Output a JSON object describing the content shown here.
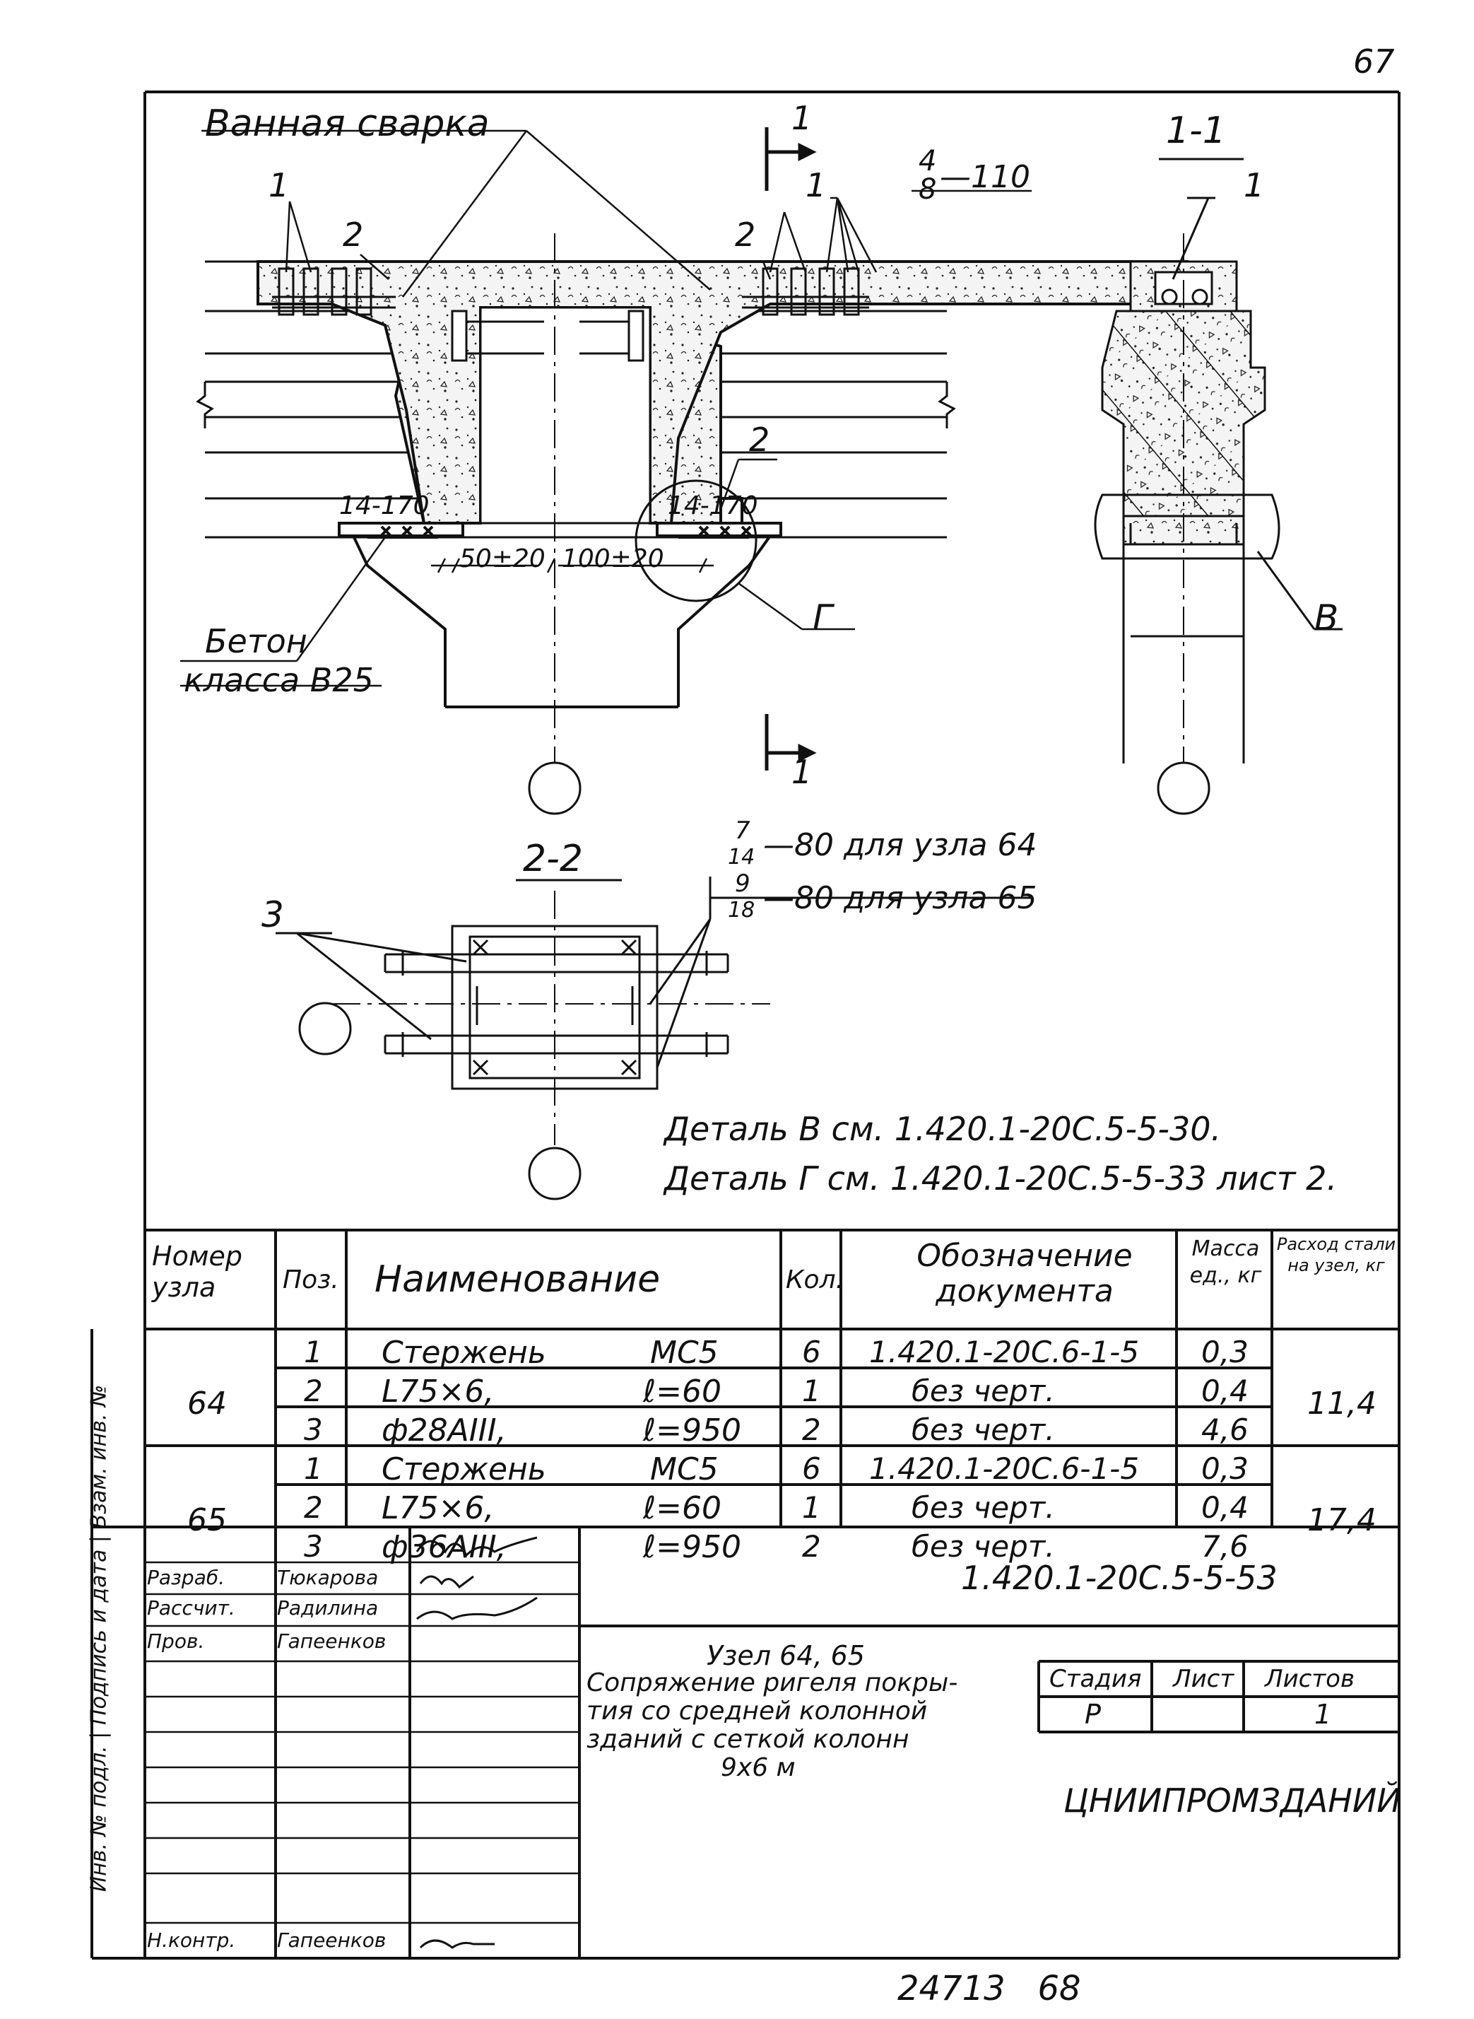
{
  "page_number": "67",
  "drawing": {
    "title_bath_welding": "Ванная сварка",
    "section_1_1": "1-1",
    "section_2_2": "2-2",
    "section_mark_top": "1",
    "section_mark_bottom": "1",
    "concrete_line1": "Бетон",
    "concrete_line2": "класса В25",
    "label_1a": "1",
    "label_2a": "2",
    "label_1b": "1",
    "label_2b": "2",
    "label_frac_top": "4",
    "label_frac_bottom": "8",
    "label_frac_value": "—110",
    "label_2c": "2",
    "weld_left": "14-170",
    "weld_right": "14-170",
    "dim_50": "50±20",
    "dim_100": "100±20",
    "detail_G": "Г",
    "detail_B": "В",
    "label_1_section": "1",
    "label_3": "3",
    "frac64_top": "7",
    "frac64_bottom": "14",
    "node64_text": "—80 для узла 64",
    "frac65_top": "9",
    "frac65_bottom": "18",
    "node65_text": "—80 для узла 65",
    "note_detail_B": "Деталь В см. 1.420.1-20С.5-5-30.",
    "note_detail_G": "Деталь Г см. 1.420.1-20С.5-5-33 лист 2."
  },
  "spec_table": {
    "headers": {
      "node": "Номер узла",
      "pos": "Поз.",
      "name": "Наименование",
      "qty": "Кол.",
      "doc": "Обозначение документа",
      "mass": "Масса ед., кг",
      "steel": "Расход стали на узел, кг"
    },
    "groups": [
      {
        "node": "64",
        "steel": "11,4",
        "rows": [
          {
            "pos": "1",
            "name": "Стержень",
            "param": "МС5",
            "qty": "6",
            "doc": "1.420.1-20С.6-1-5",
            "mass": "0,3"
          },
          {
            "pos": "2",
            "name": "L75×6,",
            "param": "ℓ=60",
            "qty": "1",
            "doc": "без черт.",
            "mass": "0,4"
          },
          {
            "pos": "3",
            "name": "ф28АIII,",
            "param": "ℓ=950",
            "qty": "2",
            "doc": "без черт.",
            "mass": "4,6"
          }
        ]
      },
      {
        "node": "65",
        "steel": "17,4",
        "rows": [
          {
            "pos": "1",
            "name": "Стержень",
            "param": "МС5",
            "qty": "6",
            "doc": "1.420.1-20С.6-1-5",
            "mass": "0,3"
          },
          {
            "pos": "2",
            "name": "L75×6,",
            "param": "ℓ=60",
            "qty": "1",
            "doc": "без черт.",
            "mass": "0,4"
          },
          {
            "pos": "3",
            "name": "ф36АIII,",
            "param": "ℓ=950",
            "qty": "2",
            "doc": "без черт.",
            "mass": "7,6"
          }
        ]
      }
    ]
  },
  "title_block": {
    "roles": [
      {
        "role": "Разраб.",
        "name": "Тюкарова"
      },
      {
        "role": "Рассчит.",
        "name": "Радилина"
      },
      {
        "role": "Пров.",
        "name": "Гапеенков"
      },
      {
        "role": "Н.контр.",
        "name": "Гапеенков"
      }
    ],
    "doc_code": "1.420.1-20С.5-5-53",
    "node_title": "Узел 64, 65",
    "description_line1": "Сопряжение ригеля покры-",
    "description_line2": "тия со средней колонной",
    "description_line3": "зданий с сеткой колонн",
    "description_line4": "9х6 м",
    "stage_label": "Стадия",
    "sheet_label": "Лист",
    "sheets_label": "Листов",
    "stage_value": "Р",
    "sheet_value": "",
    "sheets_value": "1",
    "organization": "ЦНИИПРОМЗДАНИЙ"
  },
  "side_stamp": "Инв. № подл. | Подпись и дата | Взам. инв. №",
  "bottom_number": "24713   68"
}
